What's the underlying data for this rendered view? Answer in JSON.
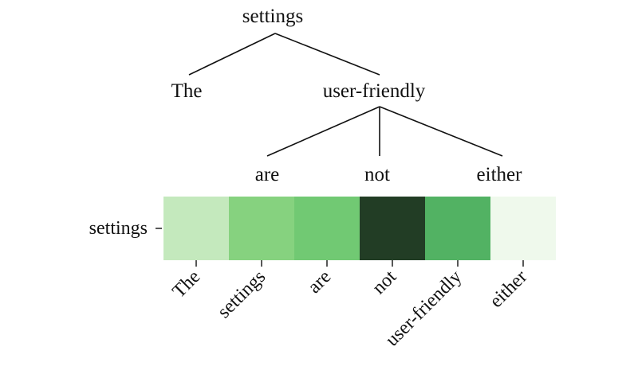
{
  "tree": {
    "root": "settings",
    "level1_left": "The",
    "level1_right": "user-friendly",
    "level2": [
      "are",
      "not",
      "either"
    ]
  },
  "chart_data": {
    "type": "heatmap",
    "row_label": "settings",
    "tokens": [
      "The",
      "settings",
      "are",
      "not",
      "user-friendly",
      "either"
    ],
    "values": [
      0.25,
      0.45,
      0.55,
      1.0,
      0.65,
      0.06
    ],
    "colors": [
      "#c4e9bd",
      "#86d27f",
      "#71c973",
      "#223d25",
      "#52b263",
      "#eff9ec"
    ]
  }
}
